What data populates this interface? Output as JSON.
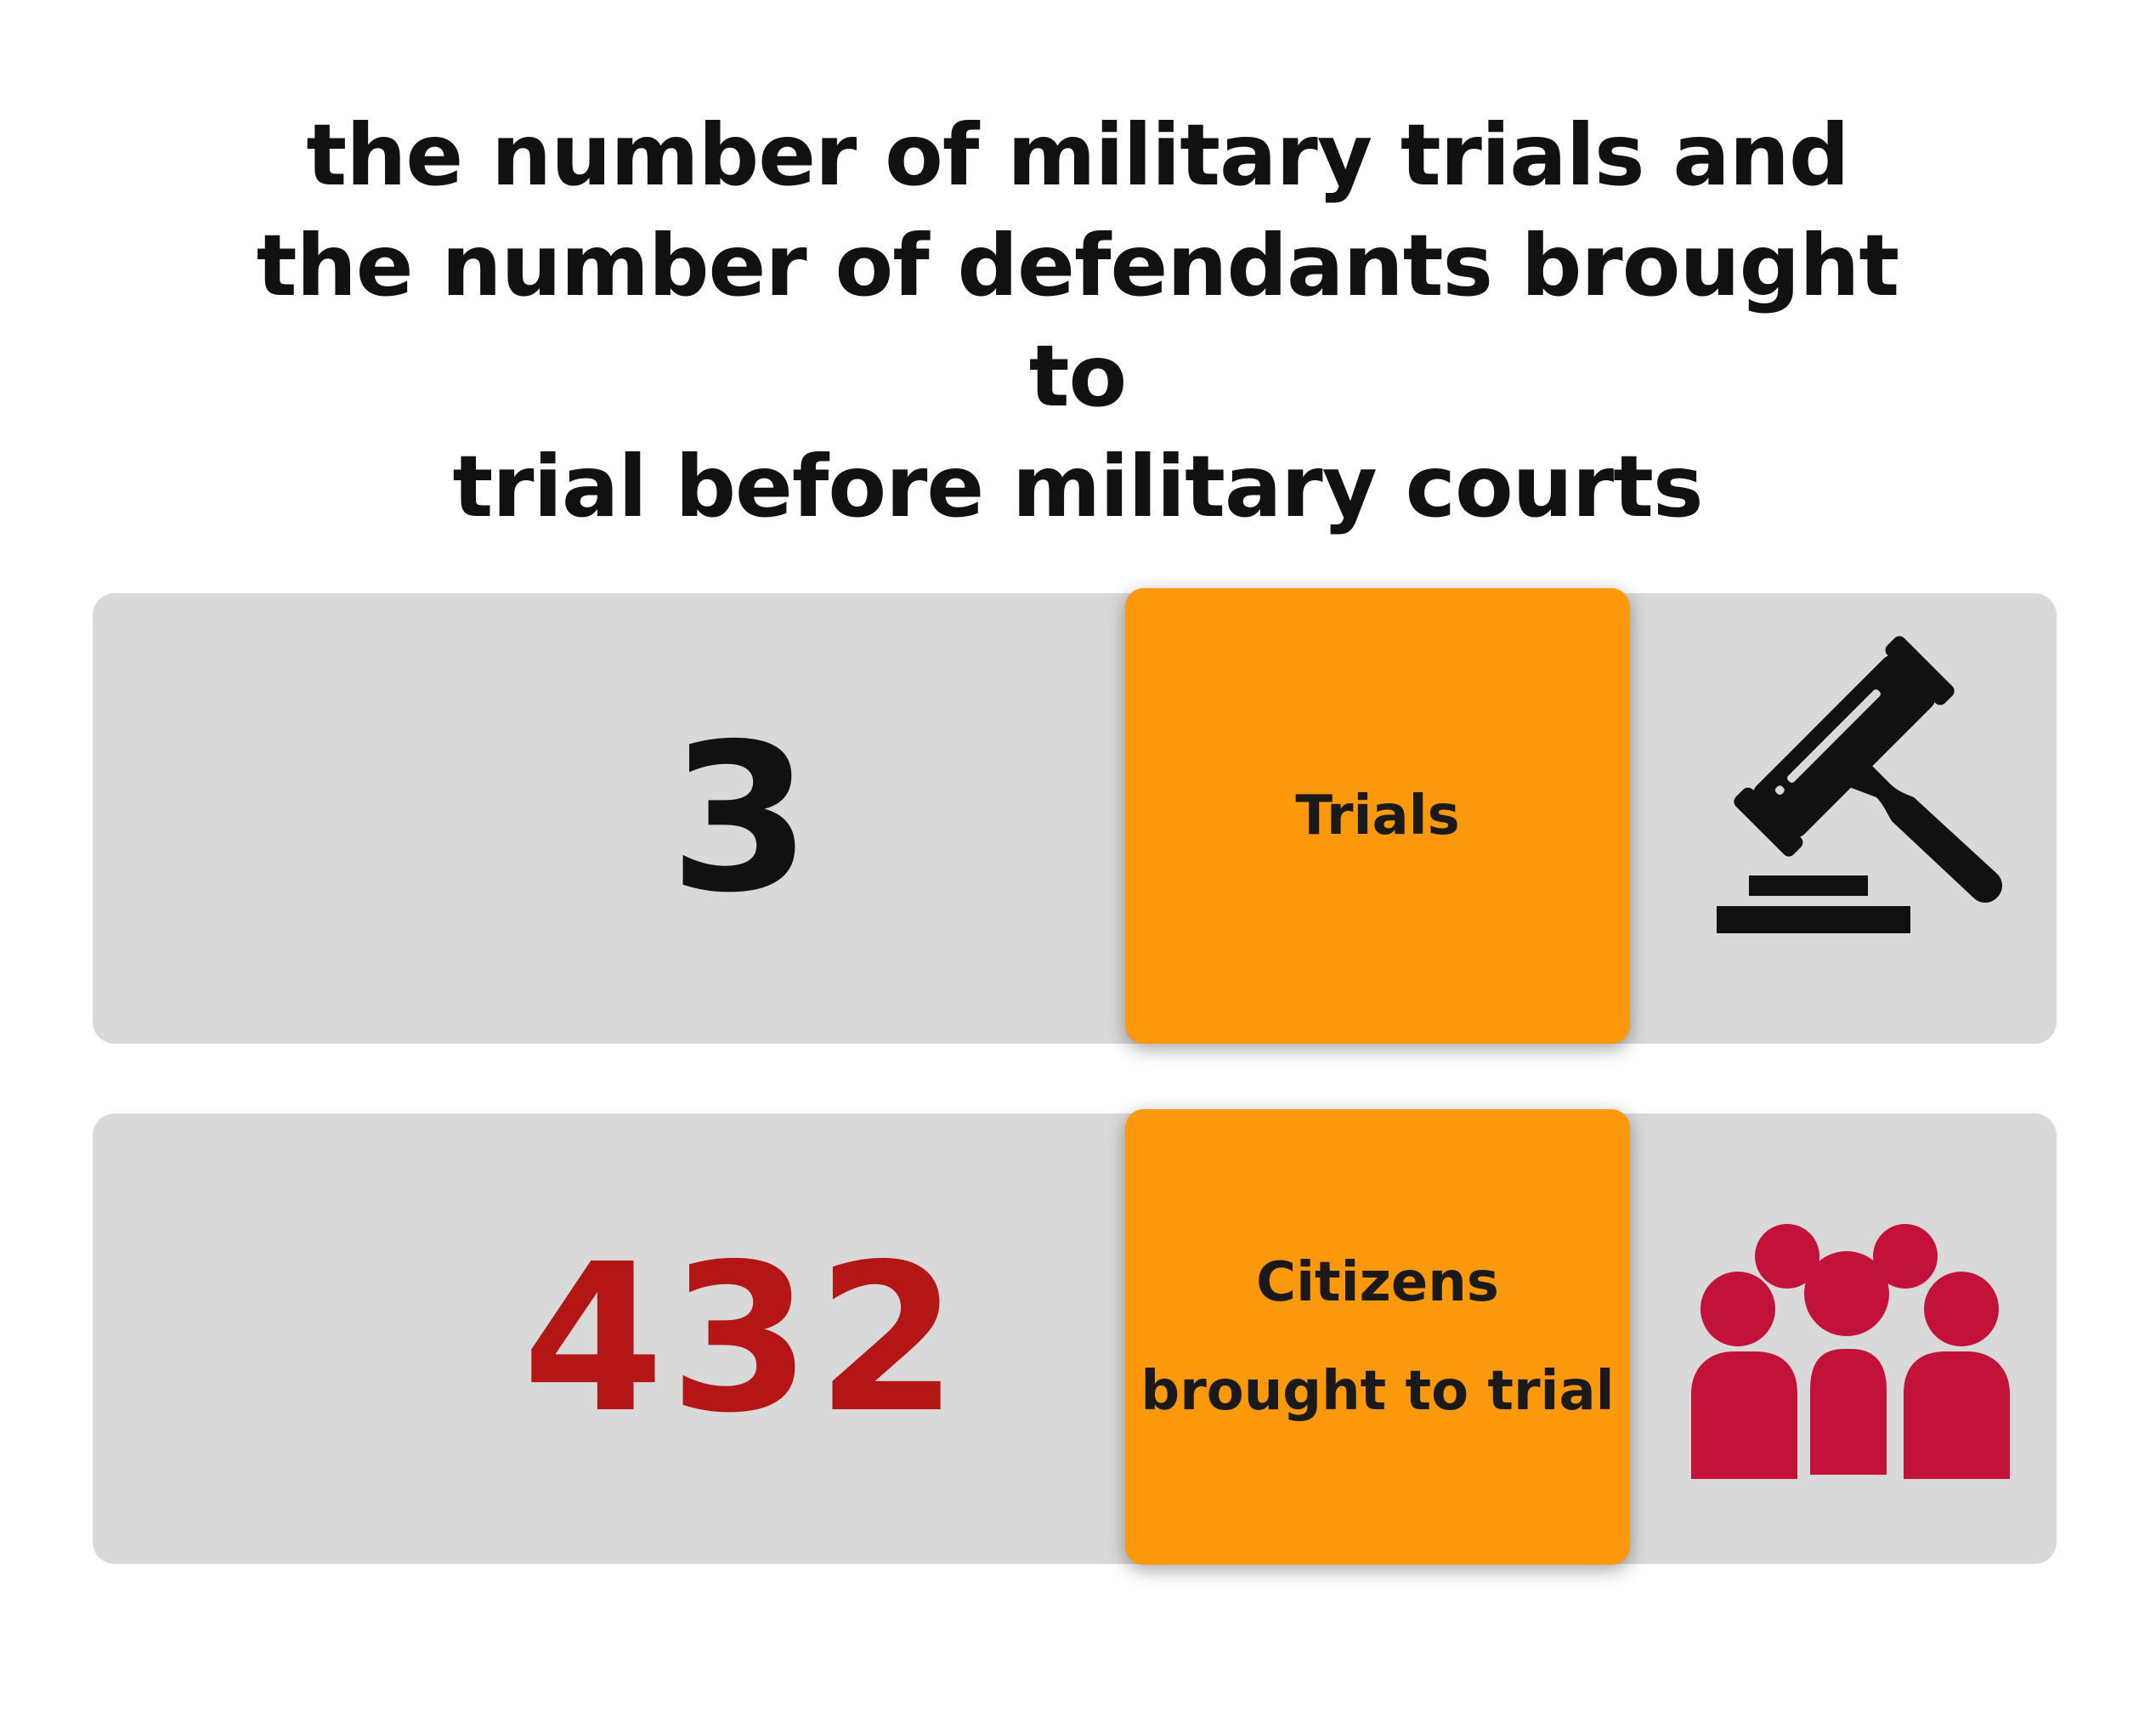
{
  "title": {
    "line1": "the number of military trials and",
    "line2": "the number of defendants brought to",
    "line3": "trial before military courts"
  },
  "stats": [
    {
      "value": "3",
      "value_color": "#111111",
      "label": "Trials",
      "icon": "gavel-icon",
      "icon_color": "#111111"
    },
    {
      "value": "432",
      "value_color": "#b41616",
      "label": "Citizens\nbrought to trial",
      "icon": "people-group-icon",
      "icon_color": "#c2123a"
    }
  ],
  "colors": {
    "card_background": "#d9d9d9",
    "label_background": "#fb980c"
  }
}
